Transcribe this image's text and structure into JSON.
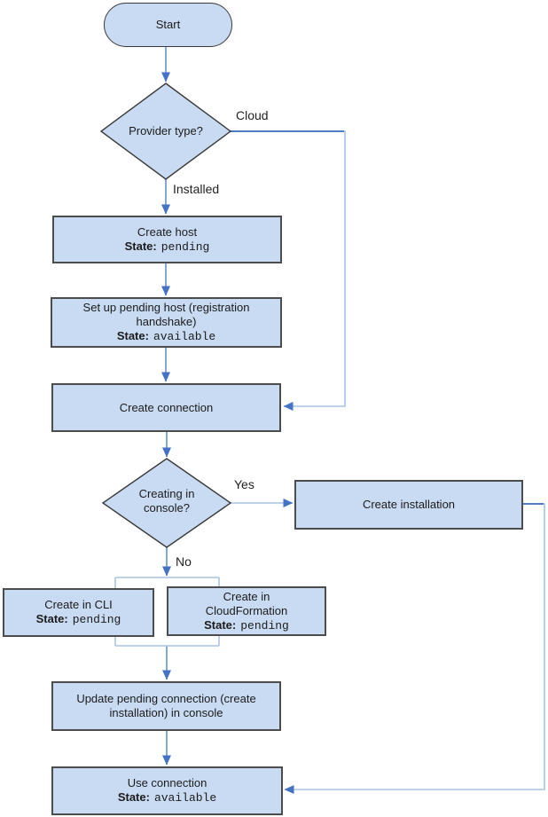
{
  "diagram_type": "flowchart",
  "colors": {
    "shape_fill": "#c9dbf2",
    "box_border": "#4c4c4c",
    "outline_border": "#3a3a3a",
    "connector_light": "#a9c3e4",
    "connector_medium": "#84a7d6",
    "connector_dark": "#4f7dc4",
    "arrowhead": "#4472c4",
    "text": "#1b1b1b"
  },
  "nodes": {
    "start": {
      "label": "Start"
    },
    "provider_type": {
      "label": "Provider type?"
    },
    "create_host": {
      "title": "Create host",
      "state_label": "State:",
      "state_value": "pending"
    },
    "setup_host": {
      "title": "Set up pending host (registration handshake)",
      "state_label": "State:",
      "state_value": "available"
    },
    "create_connection": {
      "title": "Create connection"
    },
    "creating_in_console": {
      "label": "Creating in console?"
    },
    "create_installation": {
      "title": "Create installation"
    },
    "create_cli": {
      "title": "Create in CLI",
      "state_label": "State:",
      "state_value": "pending"
    },
    "create_cloudformation": {
      "title": "Create in CloudFormation",
      "state_label": "State:",
      "state_value": "pending"
    },
    "update_pending_connection": {
      "title": "Update pending connection (create installation) in console"
    },
    "use_connection": {
      "title": "Use connection",
      "state_label": "State:",
      "state_value": "available"
    }
  },
  "edge_labels": {
    "cloud": "Cloud",
    "installed": "Installed",
    "yes": "Yes",
    "no": "No"
  }
}
